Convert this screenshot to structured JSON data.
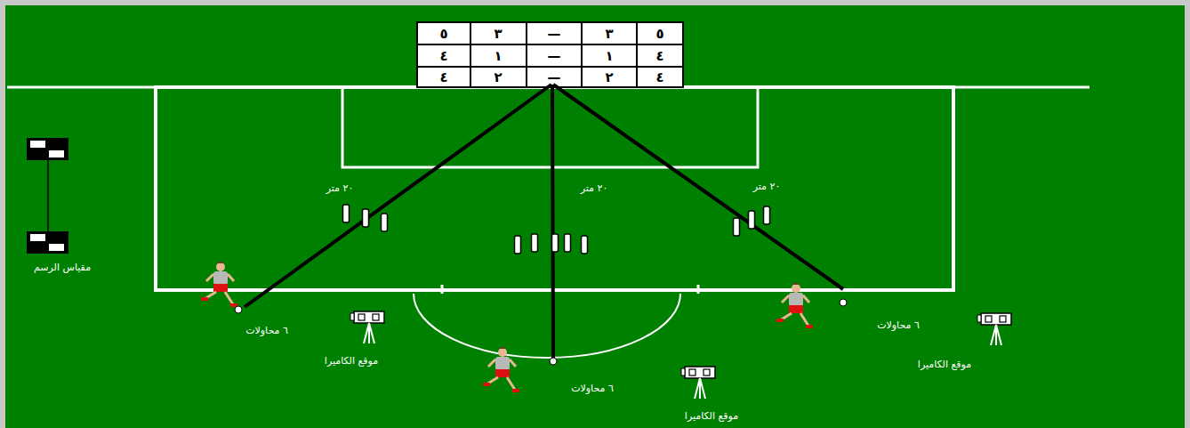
{
  "diagram": {
    "labels": [
      "٥",
      "٣",
      "—",
      "٣",
      "٥",
      "٤",
      "١",
      "—",
      "١",
      "٤",
      "٤",
      "٢",
      "—",
      "٢",
      "٤",
      "٢٠ متر",
      "٢٠ متر",
      "٢٠ متر",
      "٦ محاولات",
      "٦ محاولات",
      "٦ محاولات",
      "موقع الكاميرا",
      "موقع الكاميرا",
      "موقع الكاميرا",
      "مقياس الرسم"
    ]
  }
}
